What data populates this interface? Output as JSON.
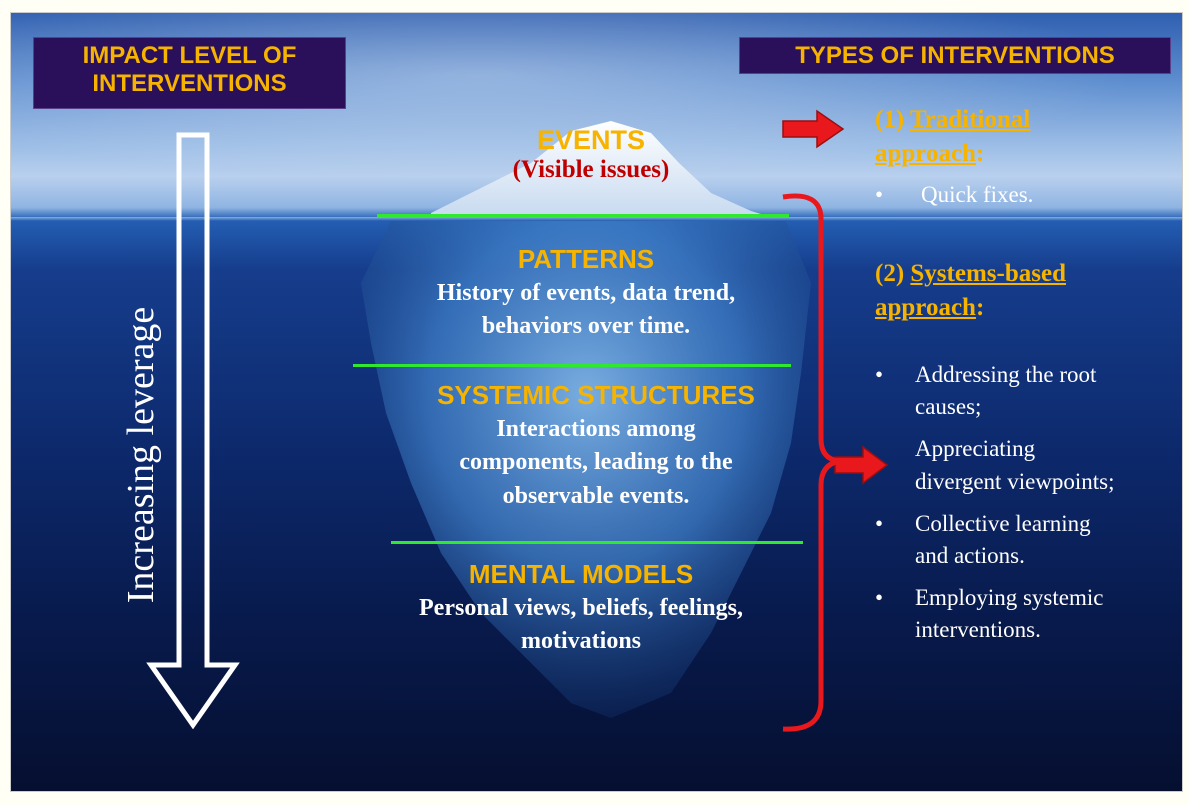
{
  "left_box": {
    "line1": "IMPACT LEVEL OF",
    "line2": "INTERVENTIONS"
  },
  "right_box": {
    "title": "TYPES OF INTERVENTIONS"
  },
  "arrow_label": "Increasing leverage",
  "levels": {
    "events": {
      "title": "EVENTS",
      "sub": "(Visible issues)"
    },
    "patterns": {
      "title": "PATTERNS",
      "line1": "History of events, data trend,",
      "line2": "behaviors over time."
    },
    "structures": {
      "title": "SYSTEMIC STRUCTURES",
      "line1": "Interactions among",
      "line2": "components, leading to the",
      "line3": "observable events."
    },
    "mental": {
      "title": "MENTAL MODELS",
      "line1": "Personal views, beliefs, feelings,",
      "line2": "motivations"
    }
  },
  "traditional": {
    "number": "(1)",
    "word1": "Traditional",
    "word2": "approach",
    "colon": ":",
    "bullet": "•",
    "item": "Quick fixes."
  },
  "systems": {
    "number": "(2)",
    "word1": "Systems-based",
    "word2": "approach",
    "colon": ":",
    "bullet": "•",
    "items": [
      {
        "l1": "Addressing the root",
        "l2": "causes;"
      },
      {
        "l1": "Appreciating",
        "l2": "divergent viewpoints;"
      },
      {
        "l1": "Collective learning",
        "l2": "and actions."
      },
      {
        "l1": "Employing systemic",
        "l2": "interventions."
      }
    ]
  },
  "colors": {
    "heading": "#f6b300",
    "events_sub": "#c00000",
    "divider": "#2fe82f",
    "arrow": "#e8181d",
    "box_bg": "#2a0f5a"
  }
}
